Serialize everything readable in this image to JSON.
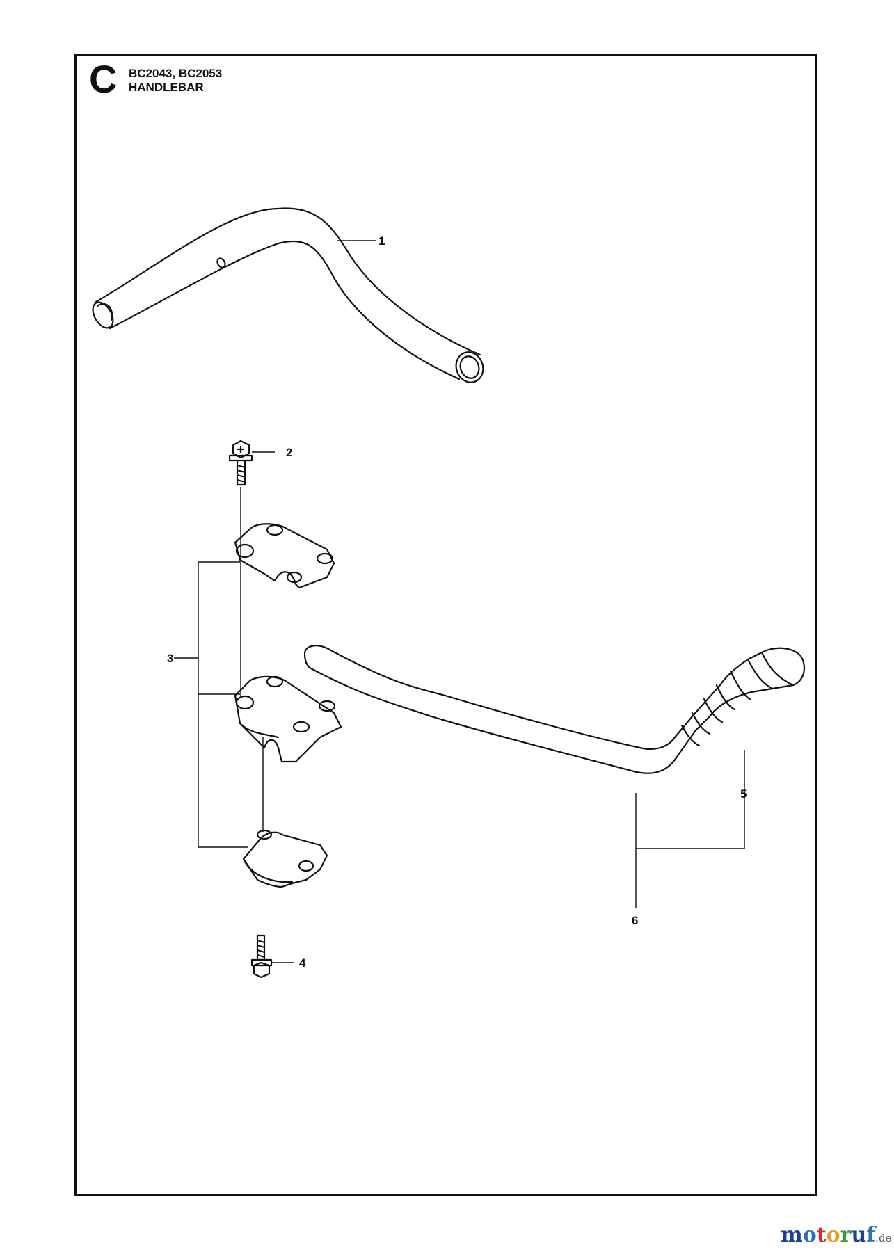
{
  "header": {
    "section_letter": "C",
    "models": "BC2043, BC2053",
    "title": "HANDLEBAR"
  },
  "callouts": {
    "c1": "1",
    "c2": "2",
    "c3": "3",
    "c4": "4",
    "c5": "5",
    "c6": "6"
  },
  "watermark": {
    "segments": [
      "m",
      "o",
      "t",
      "o",
      "r",
      "u",
      "f"
    ],
    "suffix": ".de",
    "colors": [
      "#1f3f8f",
      "#2a6fb8",
      "#d03030",
      "#e0a020",
      "#3a9a40",
      "#1f3f8f",
      "#2a6fb8"
    ]
  },
  "parts": {
    "handlebar-tube": "handlebar-tube",
    "screw-top": "screw",
    "clamp-top": "clamp",
    "clamp-middle": "clamp",
    "clamp-bottom": "clamp",
    "screw-bottom": "screw",
    "grip-handle": "handle"
  }
}
